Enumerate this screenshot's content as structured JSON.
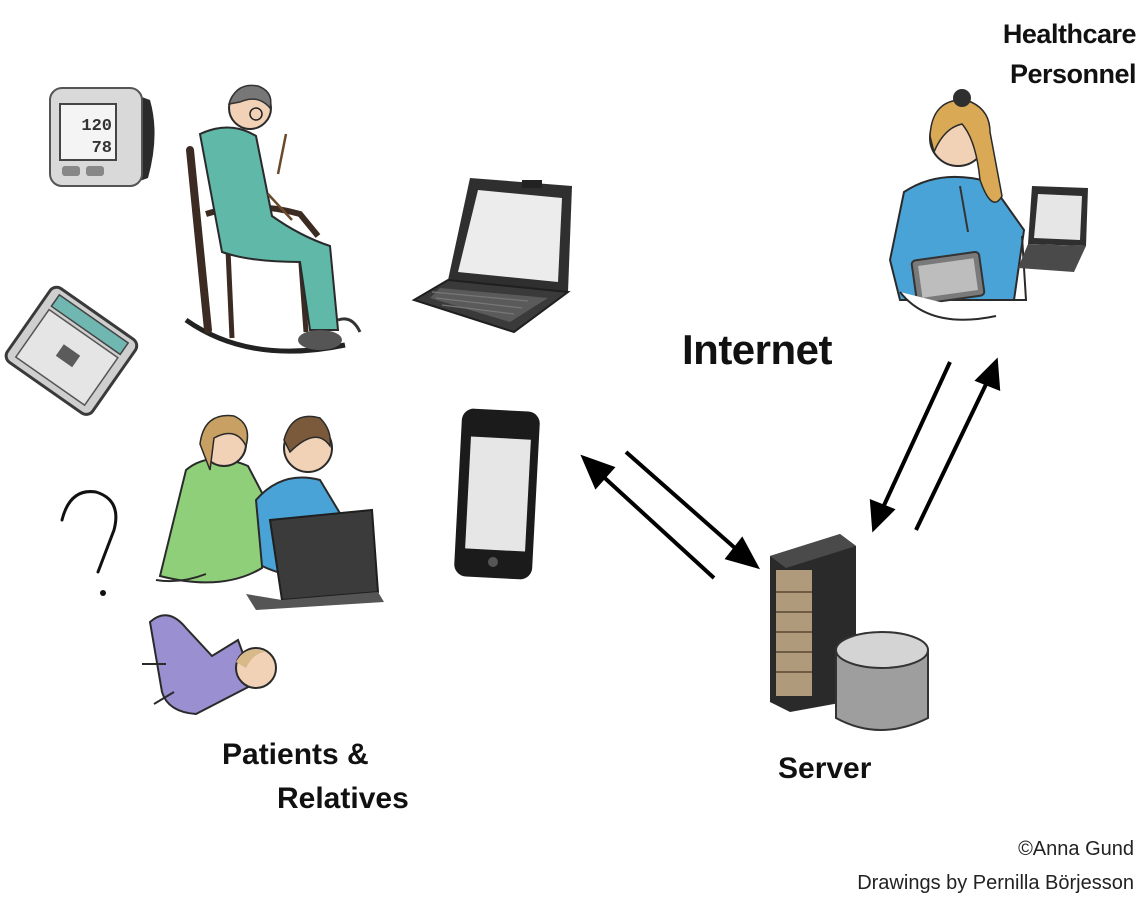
{
  "labels": {
    "healthcare_line1": "Healthcare",
    "healthcare_line2": "Personnel",
    "internet": "Internet",
    "patients": "Patients &",
    "relatives": "Relatives",
    "server": "Server",
    "question_mark": "?"
  },
  "bp_monitor_display": [
    "120",
    "78"
  ],
  "credits": {
    "copyright": "©Anna Gund",
    "drawings": "Drawings by Pernilla Börjesson"
  },
  "icons": [
    "blood-pressure-monitor-icon",
    "scale-icon",
    "elderly-woman-rocking-chair-icon",
    "couple-with-laptop-icon",
    "baby-icon",
    "laptop-icon",
    "smartphone-icon",
    "server-tower-icon",
    "database-cylinder-icon",
    "nurse-icon",
    "nurse-laptop-icon",
    "arrow-icon"
  ],
  "colors": {
    "scrubs": "#4aa3d6",
    "dress": "#5fb8a8",
    "sweater": "#8fcf7a",
    "baby": "#9a8fd0",
    "ink": "#111111"
  }
}
